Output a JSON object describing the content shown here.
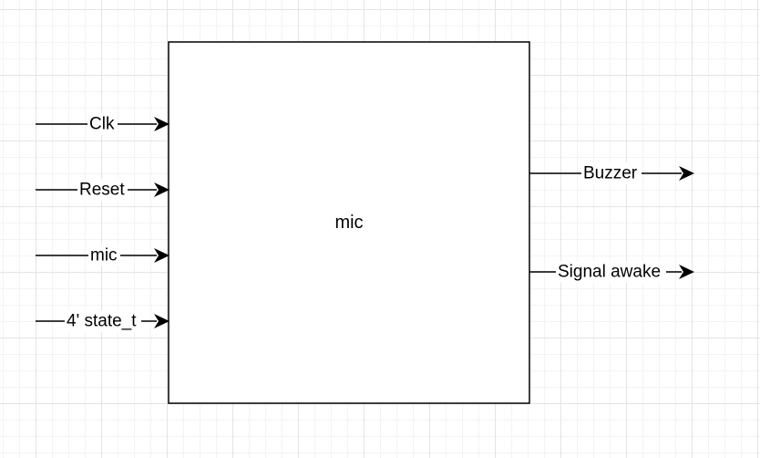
{
  "diagram": {
    "block_label": "mic",
    "inputs": [
      {
        "label": "Clk"
      },
      {
        "label": "Reset"
      },
      {
        "label": "mic"
      },
      {
        "label": "4' state_t"
      }
    ],
    "outputs": [
      {
        "label": "Buzzer"
      },
      {
        "label": "Signal awake"
      }
    ]
  }
}
